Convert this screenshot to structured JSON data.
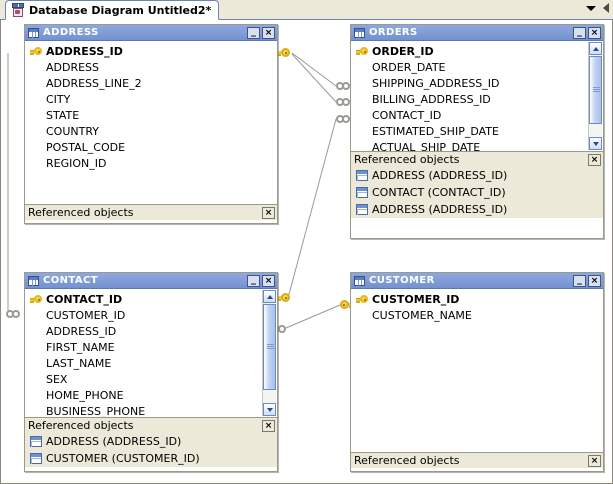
{
  "window": {
    "tab_title": "Database Diagram Untitled2*",
    "tab_icon": "database-diagram-icon",
    "dropdown_icon": "chevron-down-icon",
    "scroll_left_icon": "scroll-left-icon",
    "canvas_background": "#ffffff",
    "header_color": "#7e9ad6",
    "footer_color": "#ece9d8"
  },
  "tables": [
    {
      "name": "ADDRESS",
      "minimize_label": "_",
      "close_label": "×",
      "footer_label": "Referenced objects",
      "footer_close_label": "×",
      "has_scrollbar": false,
      "columns": [
        {
          "name": "ADDRESS_ID",
          "primary_key": true
        },
        {
          "name": "ADDRESS",
          "primary_key": false
        },
        {
          "name": "ADDRESS_LINE_2",
          "primary_key": false
        },
        {
          "name": "CITY",
          "primary_key": false
        },
        {
          "name": "STATE",
          "primary_key": false
        },
        {
          "name": "COUNTRY",
          "primary_key": false
        },
        {
          "name": "POSTAL_CODE",
          "primary_key": false
        },
        {
          "name": "REGION_ID",
          "primary_key": false
        }
      ],
      "referenced_objects": []
    },
    {
      "name": "ORDERS",
      "minimize_label": "_",
      "close_label": "×",
      "footer_label": "Referenced objects",
      "footer_close_label": "×",
      "has_scrollbar": true,
      "columns": [
        {
          "name": "ORDER_ID",
          "primary_key": true
        },
        {
          "name": "ORDER_DATE",
          "primary_key": false
        },
        {
          "name": "SHIPPING_ADDRESS_ID",
          "primary_key": false
        },
        {
          "name": "BILLING_ADDRESS_ID",
          "primary_key": false
        },
        {
          "name": "CONTACT_ID",
          "primary_key": false
        },
        {
          "name": "ESTIMATED_SHIP_DATE",
          "primary_key": false
        },
        {
          "name": "ACTUAL_SHIP_DATE",
          "primary_key": false
        }
      ],
      "referenced_objects": [
        "ADDRESS (ADDRESS_ID)",
        "CONTACT (CONTACT_ID)",
        "ADDRESS (ADDRESS_ID)"
      ]
    },
    {
      "name": "CONTACT",
      "minimize_label": "_",
      "close_label": "×",
      "footer_label": "Referenced objects",
      "footer_close_label": "×",
      "has_scrollbar": true,
      "columns": [
        {
          "name": "CONTACT_ID",
          "primary_key": true
        },
        {
          "name": "CUSTOMER_ID",
          "primary_key": false
        },
        {
          "name": "ADDRESS_ID",
          "primary_key": false
        },
        {
          "name": "FIRST_NAME",
          "primary_key": false
        },
        {
          "name": "LAST_NAME",
          "primary_key": false
        },
        {
          "name": "SEX",
          "primary_key": false
        },
        {
          "name": "HOME_PHONE",
          "primary_key": false
        },
        {
          "name": "BUSINESS_PHONE",
          "primary_key": false
        }
      ],
      "referenced_objects": [
        "ADDRESS (ADDRESS_ID)",
        "CUSTOMER (CUSTOMER_ID)"
      ]
    },
    {
      "name": "CUSTOMER",
      "minimize_label": "_",
      "close_label": "×",
      "footer_label": "Referenced objects",
      "footer_close_label": "×",
      "has_scrollbar": false,
      "columns": [
        {
          "name": "CUSTOMER_ID",
          "primary_key": true
        },
        {
          "name": "CUSTOMER_NAME",
          "primary_key": false
        }
      ],
      "referenced_objects": []
    }
  ],
  "relationships": [
    {
      "from": "ADDRESS.ADDRESS_ID",
      "to": "ORDERS.SHIPPING_ADDRESS_ID"
    },
    {
      "from": "ADDRESS.ADDRESS_ID",
      "to": "ORDERS.BILLING_ADDRESS_ID"
    },
    {
      "from": "CONTACT.CONTACT_ID",
      "to": "ORDERS.CONTACT_ID"
    },
    {
      "from": "ADDRESS.ADDRESS_ID",
      "to": "CONTACT.ADDRESS_ID"
    },
    {
      "from": "CUSTOMER.CUSTOMER_ID",
      "to": "CONTACT.CUSTOMER_ID"
    }
  ]
}
